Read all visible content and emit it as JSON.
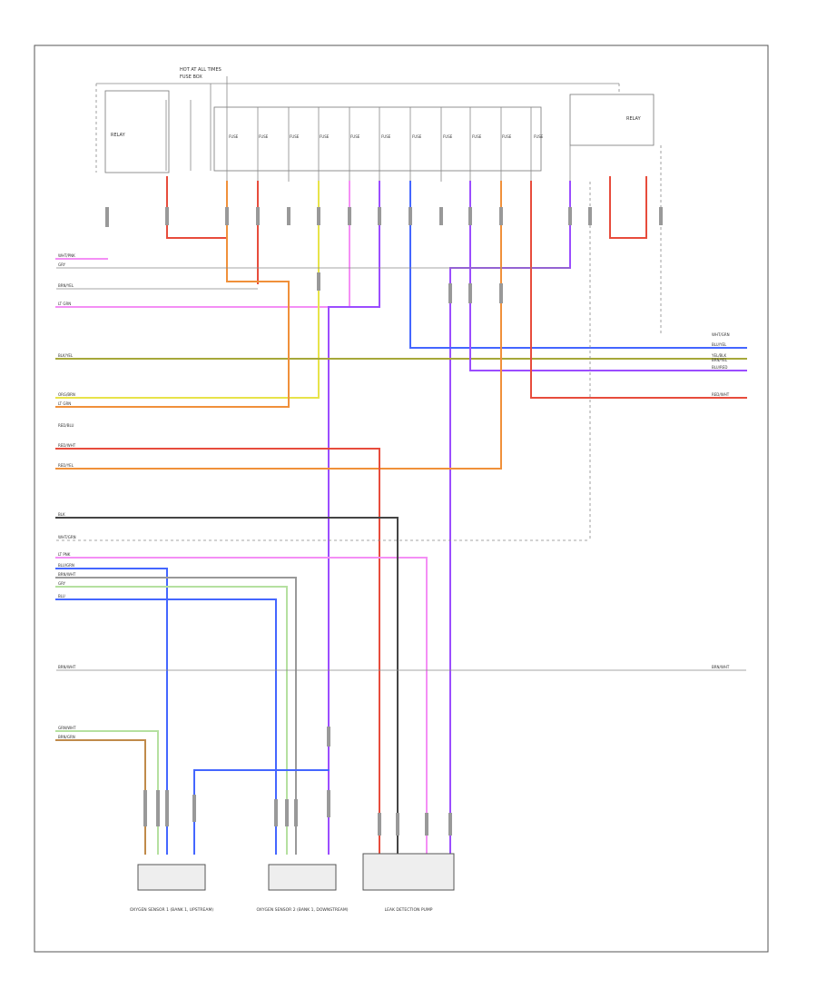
{
  "page_id": "",
  "top_labels": {
    "hot_at_all_times": "HOT AT ALL TIMES",
    "fuse_box": "FUSE BOX",
    "relay_right": "RELAY",
    "relay_left": "RELAY"
  },
  "fuses": [
    "FUSE",
    "FUSE",
    "FUSE",
    "FUSE",
    "FUSE",
    "FUSE",
    "FUSE",
    "FUSE",
    "FUSE",
    "FUSE",
    "FUSE"
  ],
  "left_wire_labels": [
    "WHT/PNK",
    "GRY",
    "BRN/YEL",
    "LT GRN",
    "BLK/YEL",
    "ORG/BRN",
    "LT GRN",
    "RED/BLU",
    "RED/WHT",
    "RED/YEL",
    "BLK",
    "WHT/GRN",
    "LT PNK",
    "BLU/GRN",
    "BRN/WHT",
    "GRY",
    "BLU",
    "BRN/WHT",
    "GRN/WHT",
    "BRN/GRN"
  ],
  "right_wire_labels": [
    "WHT/GRN",
    "BLU/YEL",
    "YEL/BLK",
    "BRN/YEL",
    "BLU/RED",
    "RED/WHT",
    "BRN/WHT"
  ],
  "components": {
    "c1": "OXYGEN SENSOR 1 (BANK 1, UPSTREAM)",
    "c2": "OXYGEN SENSOR 2 (BANK 1, DOWNSTREAM)",
    "c3": "LEAK DETECTION PUMP"
  },
  "colors": {
    "red": "#e74c3c",
    "pink": "#f48ff5",
    "violet": "#9b4dff",
    "blue": "#4466ff",
    "yellow": "#e8e34a",
    "olive": "#a6a83a",
    "orange": "#f0903a",
    "black": "#444444",
    "light_green": "#b5e0a0",
    "gray": "#999999",
    "brown": "#c08a4a"
  }
}
